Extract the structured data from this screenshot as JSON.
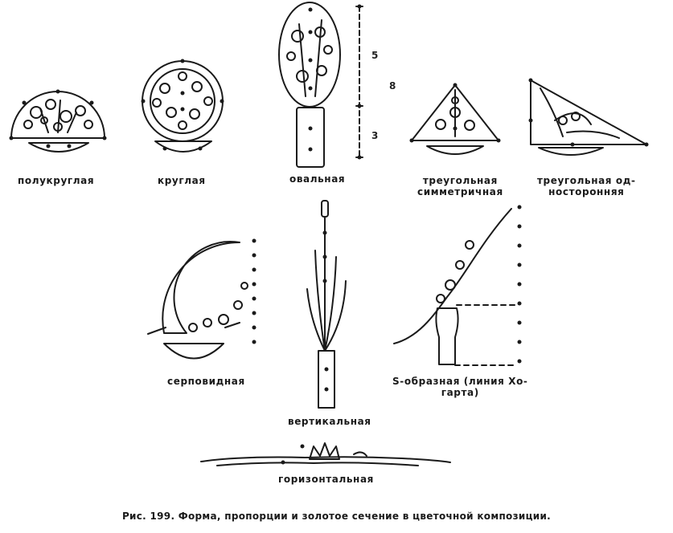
{
  "labels": {
    "semicircular": "полукруглая",
    "round": "круглая",
    "oval": "овальная",
    "tri_sym_1": "треугольная",
    "tri_sym_2": "симметричная",
    "tri_one_1": "треугольная од-",
    "tri_one_2": "носторонняя",
    "crescent": "серповидная",
    "vertical": "вертикальная",
    "s_shaped_1": "S-образная (линия Хо-",
    "s_shaped_2": "гарта)",
    "horizontal": "горизонтальная"
  },
  "proportions": {
    "upper": "5",
    "total": "8",
    "lower": "3"
  },
  "caption": "Рис. 199. Форма, пропорции и золотое сечение в цветочной композиции."
}
